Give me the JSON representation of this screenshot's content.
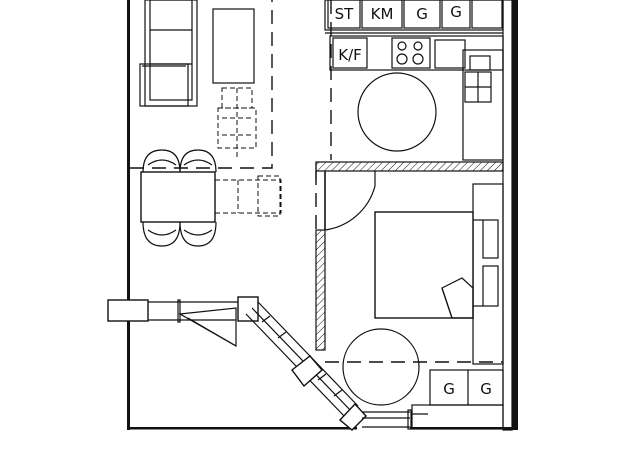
{
  "labels": {
    "st": "ST",
    "km": "KM",
    "g1": "G",
    "g2": "G",
    "kf": "K/F",
    "g3": "G",
    "g4": "G"
  }
}
